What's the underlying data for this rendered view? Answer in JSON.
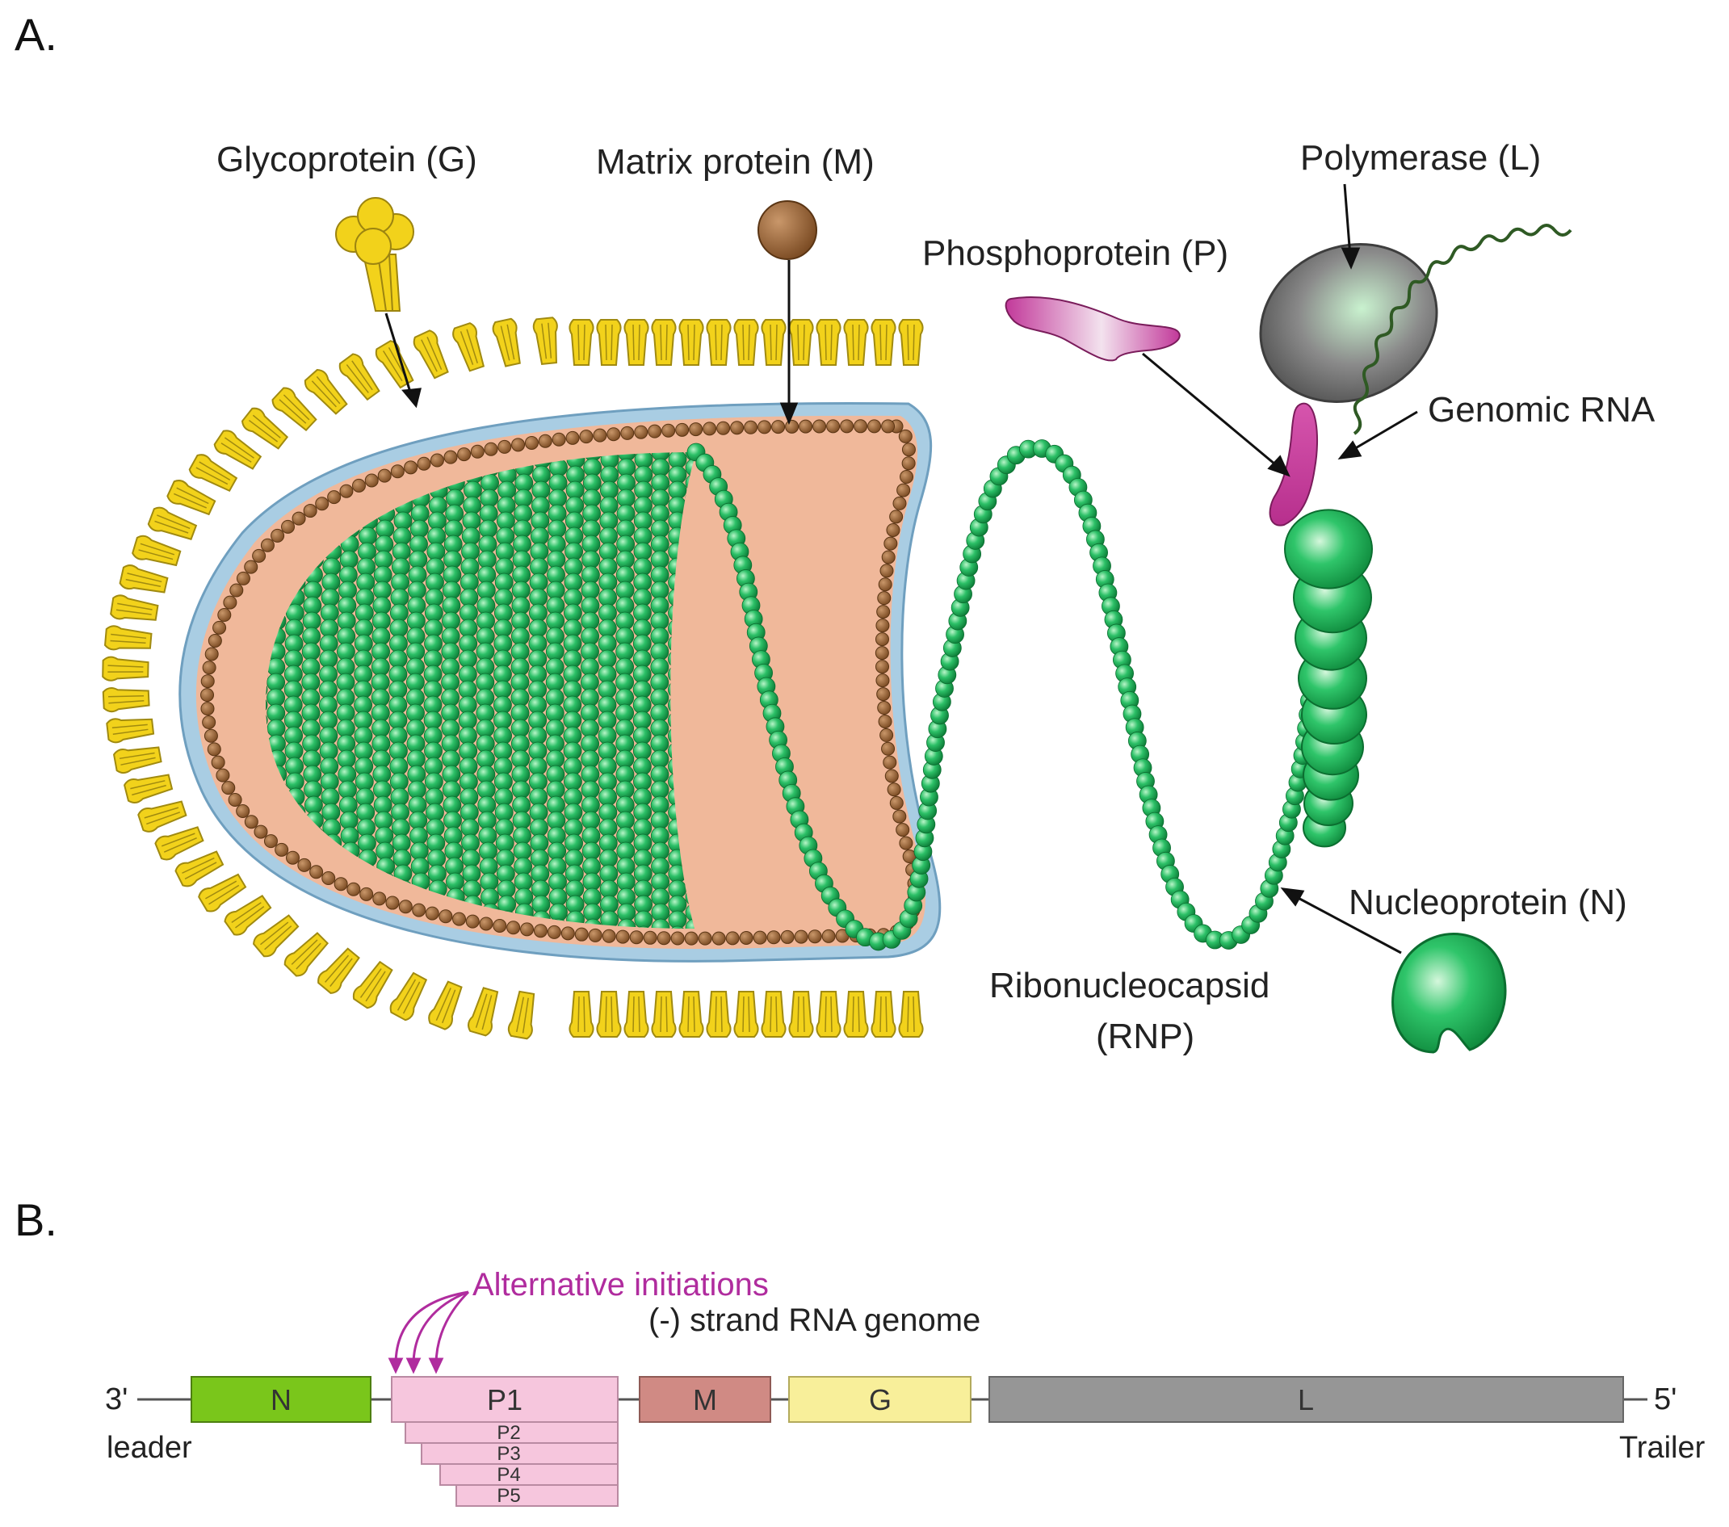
{
  "panel_a": {
    "label": "A.",
    "glycoprotein": "Glycoprotein (G)",
    "matrix": "Matrix protein (M)",
    "polymerase": "Polymerase (L)",
    "phosphoprotein": "Phosphoprotein (P)",
    "genomic_rna": "Genomic RNA",
    "nucleoprotein": "Nucleoprotein (N)",
    "rnp_line1": "Ribonucleocapsid",
    "rnp_line2": "(RNP)"
  },
  "panel_b": {
    "label": "B.",
    "alt_init": "Alternative initiations",
    "strand": "(-) strand RNA genome",
    "three_prime": "3'",
    "five_prime": "5'",
    "leader": "leader",
    "trailer": "Trailer",
    "genes": [
      "N",
      "P1",
      "M",
      "G",
      "L"
    ],
    "p_isoforms": [
      "P2",
      "P3",
      "P4",
      "P5"
    ]
  },
  "colors": {
    "glycoprotein": "#f2d21b",
    "matrix": "#8b5a2b",
    "nucleoprotein": "#22b05a",
    "interior": "#f0b89a",
    "membrane": "#a9cde3",
    "phosphoprotein": "#c2399a",
    "polymerase": "#8a8a8a",
    "alt_init": "#b02c9e",
    "gene_N": "#7ac61b",
    "gene_P": "#f6c6dd",
    "gene_M": "#d08a84",
    "gene_G": "#f8ef9a",
    "gene_L": "#969696"
  }
}
